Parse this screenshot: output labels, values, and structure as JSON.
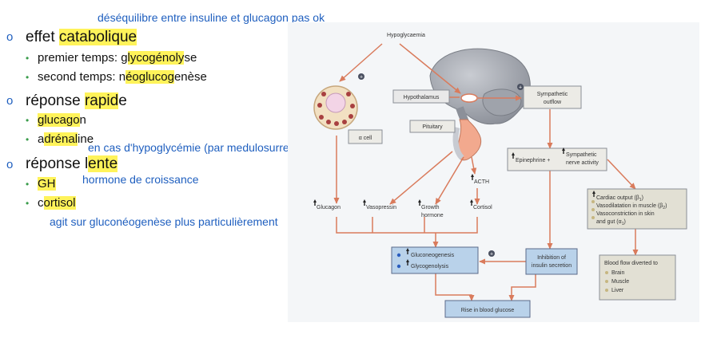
{
  "notes": {
    "top": "déséquilibre entre insuline et glucagon pas ok",
    "hypo": "en cas d'hypoglycémie (par medulosurrenale)",
    "gh": "hormone de croissance",
    "cortisol": "agit sur gluconéogenèse plus particulièrement"
  },
  "outline": {
    "item1": {
      "pre": "effet ",
      "hl": "catabolique",
      "post": ""
    },
    "item1_sub1": {
      "pre": "premier temps: g",
      "hl": "lycogénoly",
      "post": "se"
    },
    "item1_sub2": {
      "pre": "second temps: n",
      "hl": "éoglucog",
      "post": "enèse"
    },
    "item2": {
      "pre": "réponse ",
      "hl": "rapid",
      "post": "e"
    },
    "item2_sub1": {
      "pre": "",
      "hl": "glucago",
      "post": "n"
    },
    "item2_sub2": {
      "pre": "a",
      "hl": "drénal",
      "post": "ine"
    },
    "item3": {
      "pre": "réponse l",
      "hl": "ente",
      "post": ""
    },
    "item3_sub1": {
      "pre": "",
      "hl": "GH",
      "post": ""
    },
    "item3_sub2": {
      "pre": "c",
      "hl": "ortisol",
      "post": ""
    }
  },
  "diagram": {
    "hypoglycaemia": "Hypoglycaemia",
    "hypothalamus": "Hypothalamus",
    "sympathetic_l1": "Sympathetic",
    "sympathetic_l2": "outflow",
    "pituitary": "Pituitary",
    "alpha_cell": "α cell",
    "plus": "+",
    "acth": "ACTH",
    "glucagon": "Glucagon",
    "vasopressin": "Vasopressin",
    "growth_l1": "Growth",
    "growth_l2": "hormone",
    "cortisol": "Cortisol",
    "epinephrine": "Epinephrine +",
    "symp_nerve_l1": "Sympathetic",
    "symp_nerve_l2": "nerve activity",
    "cardiac_output": "Cardiac output (β",
    "cardiac_sub": "1",
    "vasodilatation": "Vasodilatation in muscle (β",
    "vasodilatation_sub": "2",
    "vasoconstriction_l1": "Vasoconstriction in skin",
    "vasoconstriction_l2": "and gut (α",
    "vasoconstriction_sub": "1",
    "gluconeogenesis": "Gluconeogenesis",
    "glycogenolysis": "Glycogenolysis",
    "inhibition_l1": "Inhibition of",
    "inhibition_l2": "insulin secretion",
    "blood_flow_l1": "Blood flow diverted to",
    "brain": "Brain",
    "muscle": "Muscle",
    "liver": "Liver",
    "rise": "Rise in blood glucose"
  }
}
